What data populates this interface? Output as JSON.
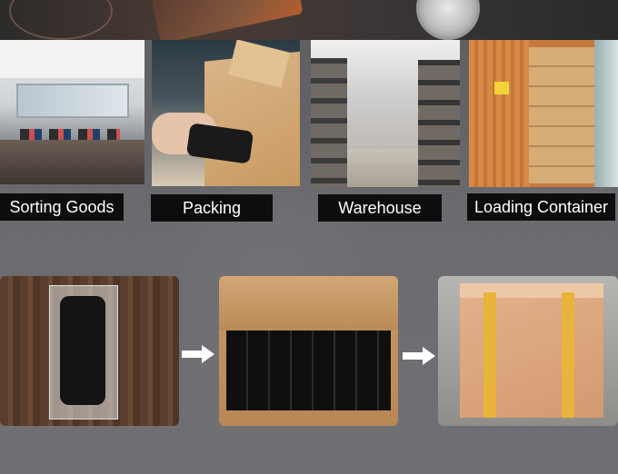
{
  "process_labels": {
    "sorting": "Sorting Goods",
    "packing": "Packing",
    "warehouse": "Warehouse",
    "loading": "Loading Container"
  },
  "icons": {
    "arrow1": "arrow-right-icon",
    "arrow2": "arrow-right-icon"
  },
  "colors": {
    "label_bg": "#0d0d0d",
    "label_text": "#ffffff",
    "arrow": "#ffffff",
    "background": "#6a6a6d"
  }
}
